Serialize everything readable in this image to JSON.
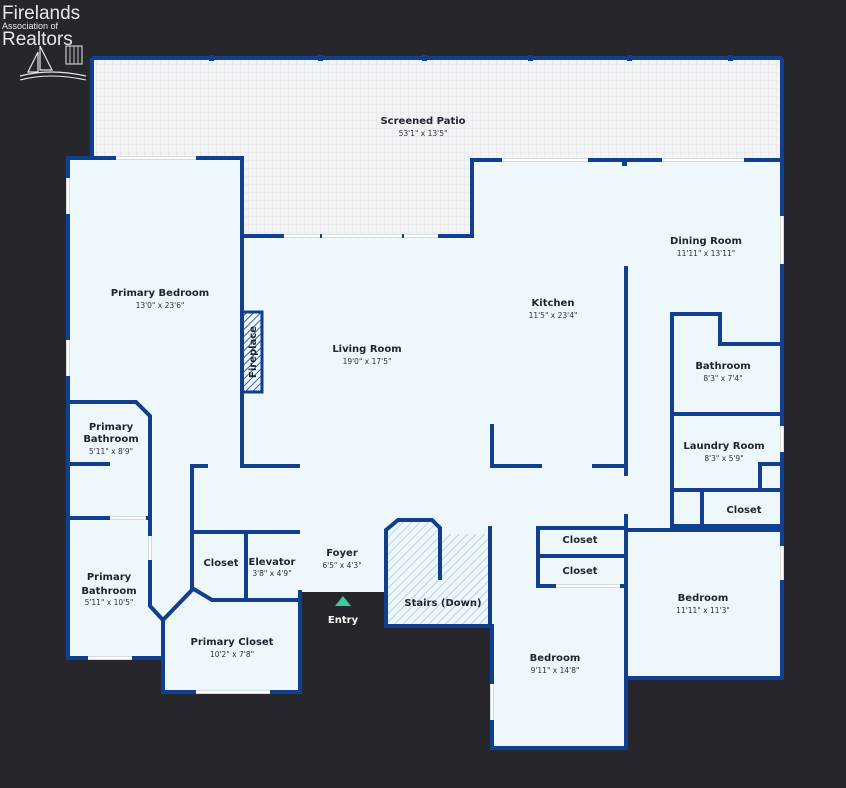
{
  "logo": {
    "line1": "Firelands",
    "line2": "Association of",
    "line3": "Realtors"
  },
  "colors": {
    "background": "#26262c",
    "wall": "#103f8f",
    "floor": "#eef7fc",
    "entry_arrow": "#3ec9a0"
  },
  "rooms": {
    "screened_patio": {
      "name": "Screened Patio",
      "dims": "53'1\" x 13'5\""
    },
    "dining_room": {
      "name": "Dining Room",
      "dims": "11'11\" x 13'11\""
    },
    "kitchen": {
      "name": "Kitchen",
      "dims": "11'5\" x 23'4\""
    },
    "primary_bedroom": {
      "name": "Primary Bedroom",
      "dims": "13'0\" x 23'6\""
    },
    "living_room": {
      "name": "Living Room",
      "dims": "19'0\" x 17'5\""
    },
    "fireplace": {
      "name": "Fireplace"
    },
    "bathroom": {
      "name": "Bathroom",
      "dims": "8'3\" x 7'4\""
    },
    "laundry_room": {
      "name": "Laundry Room",
      "dims": "8'3\" x 5'9\""
    },
    "primary_bathroom_1": {
      "name_line1": "Primary",
      "name_line2": "Bathroom",
      "dims": "5'11\" x 8'9\""
    },
    "primary_bathroom_2": {
      "name_line1": "Primary",
      "name_line2": "Bathroom",
      "dims": "5'11\" x 10'5\""
    },
    "closet_right": {
      "name": "Closet"
    },
    "closet_center_top": {
      "name": "Closet"
    },
    "closet_center_bottom": {
      "name": "Closet"
    },
    "closet_left": {
      "name": "Closet"
    },
    "elevator": {
      "name": "Elevator",
      "dims": "3'8\" x 4'9\""
    },
    "foyer": {
      "name": "Foyer",
      "dims": "6'5\" x 4'3\""
    },
    "stairs": {
      "name": "Stairs (Down)"
    },
    "entry": {
      "name": "Entry"
    },
    "primary_closet": {
      "name": "Primary Closet",
      "dims": "10'2\" x 7'8\""
    },
    "bedroom_right": {
      "name": "Bedroom",
      "dims": "11'11\" x 11'3\""
    },
    "bedroom_bottom": {
      "name": "Bedroom",
      "dims": "9'11\" x 14'8\""
    }
  }
}
